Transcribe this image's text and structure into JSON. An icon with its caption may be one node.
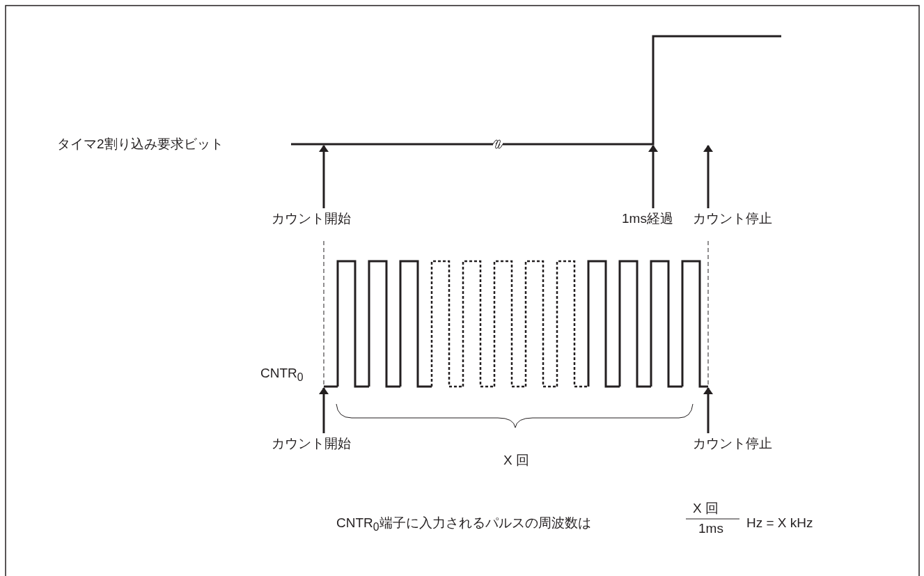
{
  "diagram": {
    "nodes": [
      {
        "text": [
          "カウント開始"
        ]
      },
      {
        "text": [
          "1ms経過"
        ]
      },
      {
        "text": [
          "カウント停止"
        ]
      },
      {
        "text": [
          "カウント開始"
        ]
      },
      {
        "text": [
          "カウント停止"
        ]
      },
      {
        "text": [],
        "shape": "waveform"
      },
      {
        "text": [],
        "shape": "waveform"
      }
    ],
    "edges": [
      {
        "from": 0,
        "to": 5,
        "arrow": "to"
      },
      {
        "from": 1,
        "to": 5,
        "arrow": "to"
      },
      {
        "from": 2,
        "to": 5,
        "arrow": "to"
      },
      {
        "from": 3,
        "to": 6,
        "arrow": "to"
      },
      {
        "from": 4,
        "to": 6,
        "arrow": "to"
      }
    ],
    "labels": [
      "タイマ2割り込み要求ビット",
      "CNTR$_{0}$",
      "X 回",
      "CNTR$_{0}$端子に入力されるパルスの周波数は",
      "X 回",
      "1ms",
      "Hz = X kHz"
    ]
  }
}
